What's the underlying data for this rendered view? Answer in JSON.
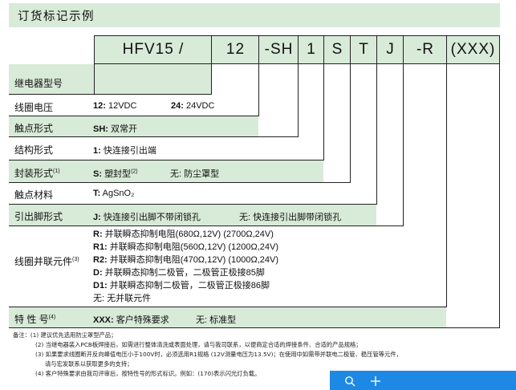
{
  "title": "订货标记示例",
  "codes": [
    "HFV15 /",
    "12",
    "-SH",
    "1",
    "S",
    "T",
    "J",
    "-R",
    "(XXX)"
  ],
  "rows": {
    "model": {
      "label": "继电器型号"
    },
    "coil_voltage": {
      "label": "线圈电压",
      "v1_code": "12:",
      "v1_text": "12VDC",
      "v2_code": "24:",
      "v2_text": "24VDC"
    },
    "contact_form": {
      "label": "触点形式",
      "code": "SH:",
      "text": "双常开"
    },
    "structure": {
      "label": "结构形式",
      "code": "1:",
      "text": "快连接引出端"
    },
    "package": {
      "label": "封装形式",
      "label_note": "(1)",
      "code": "S:",
      "text": "塑封型",
      "text_note": "(2)",
      "alt": "无: 防尘罩型"
    },
    "contact_material": {
      "label": "触点材料",
      "code": "T:",
      "text": "AgSnO₂"
    },
    "pin_form": {
      "label": "引出脚形式",
      "code": "J:",
      "text": "快连接引出脚不带闭锁孔",
      "alt": "无: 快连接引出脚带闭锁孔"
    },
    "coil_parallel": {
      "label": "线圈并联元件",
      "label_note": "(3)",
      "items": [
        {
          "code": "R:",
          "text": "并联瞬态抑制电阻(680Ω,12V) (2700Ω,24V)"
        },
        {
          "code": "R1:",
          "text": "并联瞬态抑制电阻(560Ω,12V) (1200Ω,24V)"
        },
        {
          "code": "R2:",
          "text": "并联瞬态抑制电阻(470Ω,12V) (1000Ω,24V)"
        },
        {
          "code": "D:",
          "text": "并联瞬态抑制二极管，二极管正极接85脚"
        },
        {
          "code": "D1:",
          "text": "并联瞬态抑制二极管，二极管正极接86脚"
        },
        {
          "code": "",
          "text": "无: 无并联元件"
        }
      ]
    },
    "special": {
      "label": "特 性 号",
      "label_note": "(4)",
      "code": "XXX:",
      "text": "客户特殊要求",
      "alt": "无: 标准型"
    }
  },
  "notes": [
    "备注：(1) 建议优先选用防尘罩型产品；",
    "(2) 当继电器装入PCB板焊接后，如需进行整体清洗或表面处理，请与我司联系，以便商定合适的焊接条件、合适的产品规格；",
    "(3) 如果要求线圈断开反向峰值电压小于100V时，必须选用R1规格 (12V测量电压为13.5V)；在使用中如需带并联电二极管、稳压管等元件，",
    "请与宏发联系以获取更多的支持；",
    "(4) 客户特殊要求由我司评审后，按特性号的形式标识。例如：(170)表示闪光灯负载。"
  ],
  "overlay": {
    "search_icon": "magnifier-icon",
    "plus_icon": "plus-icon"
  }
}
